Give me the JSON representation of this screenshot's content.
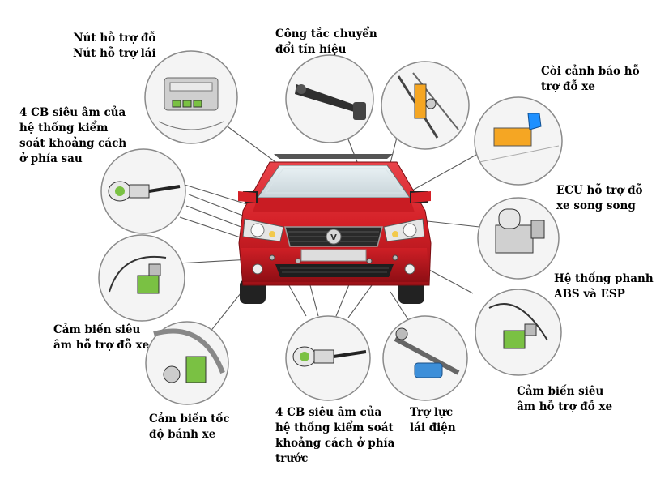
{
  "labels": {
    "park_button": {
      "lines": [
        "Nút hỗ trợ đỗ",
        "Nút hỗ trợ lái"
      ]
    },
    "signal_switch": {
      "lines": [
        "Công tắc chuyển",
        "đổi tín hiệu"
      ]
    },
    "park_horn": {
      "lines": [
        "Còi cảnh báo hỗ",
        "trợ đỗ xe"
      ]
    },
    "rear_sensors": {
      "lines": [
        "4 CB siêu âm của",
        "hệ thống kiểm",
        "soát khoảng cách",
        "ở phía sau"
      ]
    },
    "ecu": {
      "lines": [
        "ECU hỗ trợ đỗ",
        "xe song song"
      ]
    },
    "abs_esp": {
      "lines": [
        "Hệ thống phanh",
        "ABS và ESP"
      ]
    },
    "left_park_sensor": {
      "lines": [
        "Cảm biến siêu",
        "âm hỗ trợ đỗ xe"
      ]
    },
    "wheel_speed": {
      "lines": [
        "Cảm biến tốc",
        "độ bánh xe"
      ]
    },
    "front_sensors": {
      "lines": [
        "4 CB siêu âm của",
        "hệ thống kiểm soát",
        "khoảng cách ở phía",
        "trước"
      ]
    },
    "power_steering": {
      "lines": [
        "Trợ lực",
        "lái điện"
      ]
    },
    "right_park_sensor": {
      "lines": [
        "Cảm biến siêu",
        "âm hỗ trợ đỗ xe"
      ]
    }
  },
  "colors": {
    "car_body": "#d42027",
    "sensor_green": "#7ac143",
    "ecu_orange": "#f5a623",
    "horn_blue": "#1e90ff",
    "motor_blue": "#3d8fd9",
    "leader_line": "#5a5a5a"
  }
}
